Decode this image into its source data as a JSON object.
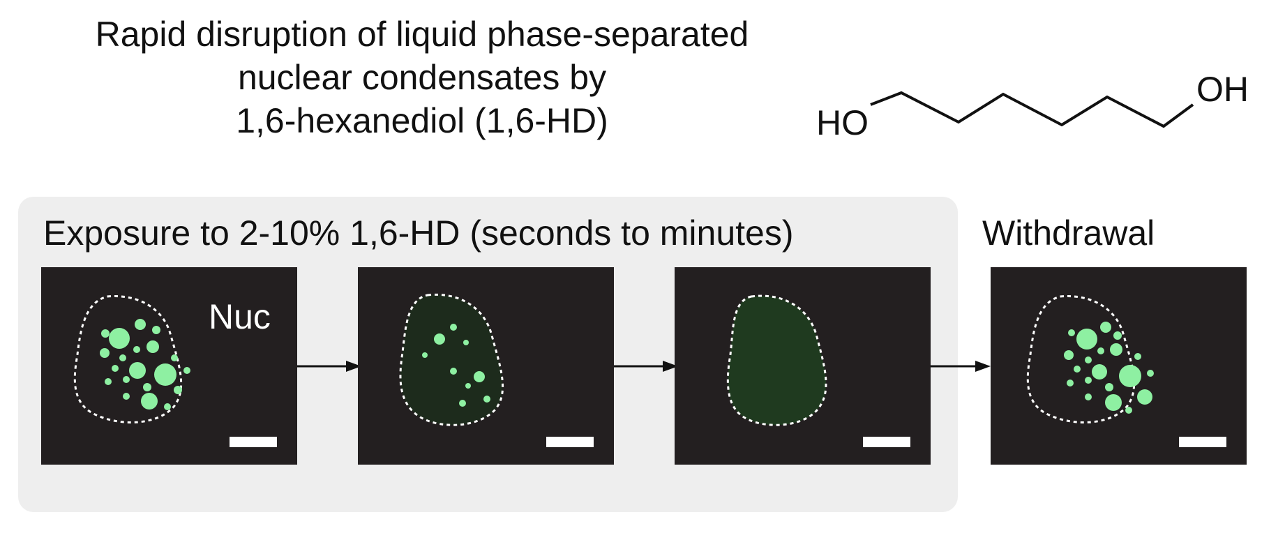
{
  "title": {
    "line1": "Rapid disruption of liquid phase-separated",
    "line2": "nuclear condensates by",
    "line3": "1,6-hexanediol (1,6-HD)"
  },
  "molecule": {
    "left_group": "HO",
    "right_group": "OH"
  },
  "exposure_label": "Exposure to 2-10% 1,6-HD (seconds to minutes)",
  "withdrawal_label": "Withdrawal",
  "nuc_label": "Nuc",
  "colors": {
    "frame_background": "#231f20",
    "condensate_green": "#8ef0a2",
    "nucleus_dim_fill": "#1d2b1c",
    "nucleus_diffuse_fill": "#1f3a1f",
    "panel_background": "#eeeeee"
  },
  "panels": [
    {
      "state": "condensates-present"
    },
    {
      "state": "partially-dissolved"
    },
    {
      "state": "fully-dissolved"
    },
    {
      "state": "condensates-reformed"
    }
  ]
}
